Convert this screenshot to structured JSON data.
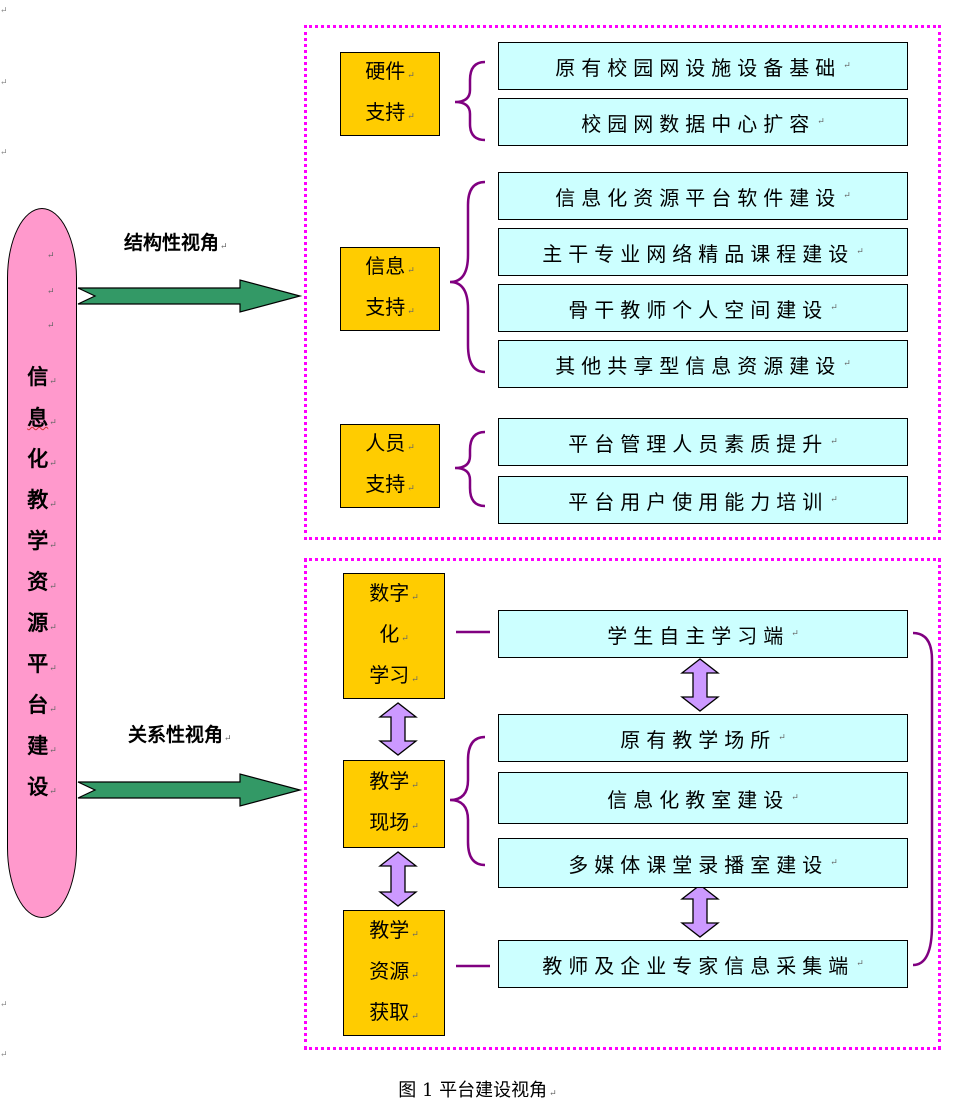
{
  "left_title_chars": [
    "信",
    "息",
    "化",
    "教",
    "学",
    "资",
    "源",
    "平",
    "台",
    "建",
    "设"
  ],
  "para_mark": "↵",
  "view_labels": {
    "structural": "结构性视角",
    "relational": "关系性视角"
  },
  "structural": {
    "groups": [
      {
        "label_lines": [
          "硬件",
          "支持"
        ],
        "items": [
          "原有校园网设施设备基础",
          "校园网数据中心扩容"
        ]
      },
      {
        "label_lines": [
          "信息",
          "支持"
        ],
        "items": [
          "信息化资源平台软件建设",
          "主干专业网络精品课程建设",
          "骨干教师个人空间建设",
          "其他共享型信息资源建设"
        ]
      },
      {
        "label_lines": [
          "人员",
          "支持"
        ],
        "items": [
          "平台管理人员素质提升",
          "平台用户使用能力培训"
        ]
      }
    ]
  },
  "relational": {
    "left_boxes": [
      {
        "label_lines": [
          "数字",
          "化",
          "学习"
        ]
      },
      {
        "label_lines": [
          "教学",
          "现场"
        ]
      },
      {
        "label_lines": [
          "教学",
          "资源",
          "获取"
        ]
      }
    ],
    "items": [
      "学生自主学习端",
      "原有教学场所",
      "信息化教室建设",
      "多媒体课堂录播室建设",
      "教师及企业专家信息采集端"
    ]
  },
  "caption": "图 1  平台建设视角"
}
